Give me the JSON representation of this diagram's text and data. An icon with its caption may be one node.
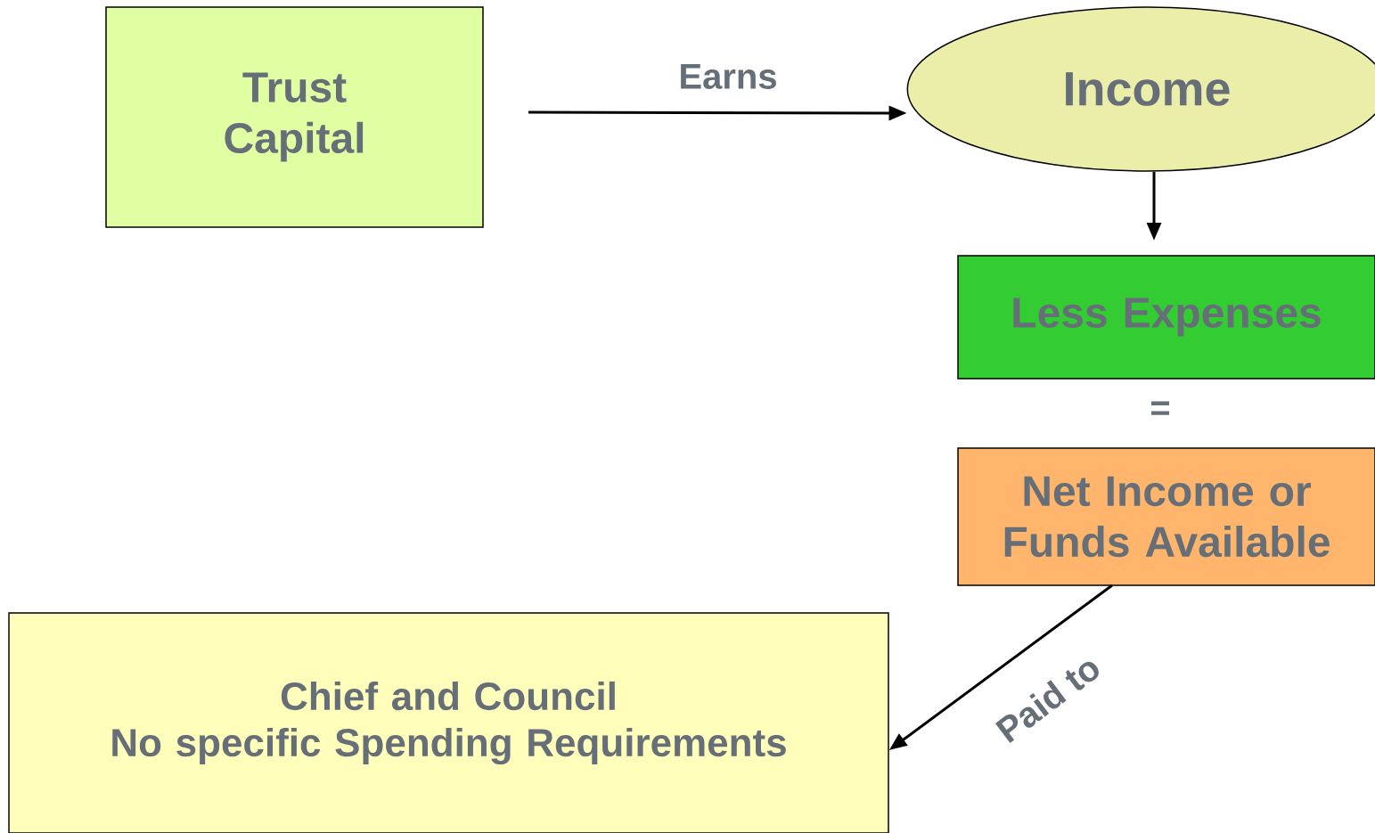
{
  "diagram": {
    "nodes": [
      {
        "text": [
          "Trust Capital"
        ]
      },
      {
        "text": [
          "Income"
        ]
      },
      {
        "text": [
          "Less Expenses"
        ]
      },
      {
        "text": [
          "Net Income or Funds Available"
        ]
      },
      {
        "text": [
          "Chief and Council",
          "No specific Spending Requirements"
        ]
      }
    ],
    "edges": [
      {
        "from": 0,
        "to": 1,
        "arrow": "to",
        "label": "Earns"
      },
      {
        "from": 1,
        "to": 2,
        "arrow": "to"
      },
      {
        "from": 3,
        "to": 4,
        "arrow": "to",
        "label": "Paid to"
      }
    ],
    "labels": [
      "="
    ]
  }
}
